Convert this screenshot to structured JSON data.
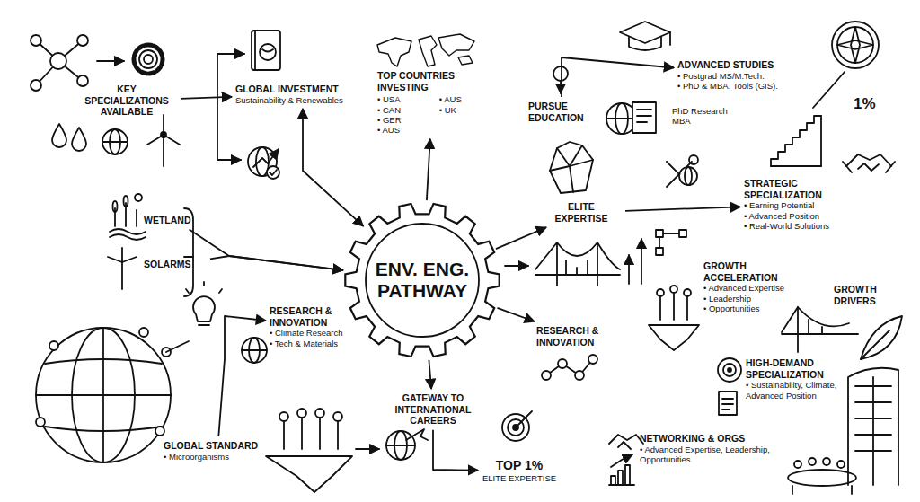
{
  "diagram": {
    "nodes": [
      {
        "text": [
          "KEY SPECIALIZATIONS AVAILABLE"
        ]
      },
      {
        "text": [
          "GLOBAL INVESTMENT",
          "Sustainability & Renewables"
        ]
      },
      {
        "text": [
          "TOP COUNTRIES INVESTING",
          "• USA",
          "• CAN",
          "• GER",
          "• AUS",
          "• AUS",
          "• UK"
        ]
      },
      {
        "text": [
          "PURSUE EDUCATION"
        ]
      },
      {
        "text": [
          "ADVANCED STUDIES",
          "• Postgrad MS/M.Tech.",
          "• PhD & MBA. Tools (GIS)."
        ]
      },
      {
        "text": [
          "STRATEGIC SPECIALIZATION",
          "• Earning Potential",
          "• Advanced Position",
          "• Real-World Solutions"
        ]
      },
      {
        "text": [
          "WETLAND"
        ]
      },
      {
        "text": [
          "SOLARMS"
        ]
      },
      {
        "text": [
          "ENV. ENG. PATHWAY"
        ]
      },
      {
        "text": [
          "ELITE EXPERTISE"
        ]
      },
      {
        "text": [
          "RESEARCH & INNOVATION",
          "• Climate Research",
          "• Tech & Materials"
        ]
      },
      {
        "text": [
          "RESEARCH & INNOVATION"
        ]
      },
      {
        "text": [
          "GROWTH ACCELERATION",
          "• Advanced Expertise",
          "• Leadership",
          "• Opportunities"
        ]
      },
      {
        "text": [
          "GROWTH DRIVERS"
        ]
      },
      {
        "text": [
          "HIGH-DEMAND SPECIALIZATION",
          "• Sustainability, Climate, Advanced Position"
        ]
      },
      {
        "text": [
          "GATEWAY TO INTERNATIONAL CAREERS"
        ]
      },
      {
        "text": [
          "TOP 1%",
          "ELITE EXPERTISE"
        ]
      },
      {
        "text": [
          "GLOBAL STANDARD",
          "• Microorganisms"
        ]
      },
      {
        "text": [
          "NETWORKING & ORGS",
          "• Advanced Expertise, Leadership, Opportunities"
        ]
      }
    ],
    "edges": [
      {
        "from": 0,
        "to": 1,
        "arrow": "to"
      },
      {
        "from": 1,
        "to": 8,
        "arrow": "both"
      },
      {
        "from": 6,
        "to": 8,
        "arrow": "to"
      },
      {
        "from": 7,
        "to": 8,
        "arrow": "to"
      },
      {
        "from": 8,
        "to": 2,
        "arrow": "to"
      },
      {
        "from": 3,
        "to": 4,
        "arrow": "to"
      },
      {
        "from": 8,
        "to": 9,
        "arrow": "to"
      },
      {
        "from": 9,
        "to": 5,
        "arrow": "to"
      },
      {
        "from": 8,
        "to": 11,
        "arrow": "to"
      },
      {
        "from": 8,
        "to": 15,
        "arrow": "to"
      },
      {
        "from": 15,
        "to": 16,
        "arrow": "to"
      },
      {
        "from": 17,
        "to": 10,
        "arrow": "to"
      }
    ],
    "labels": [
      "PhD Research MBA",
      "1%"
    ]
  }
}
